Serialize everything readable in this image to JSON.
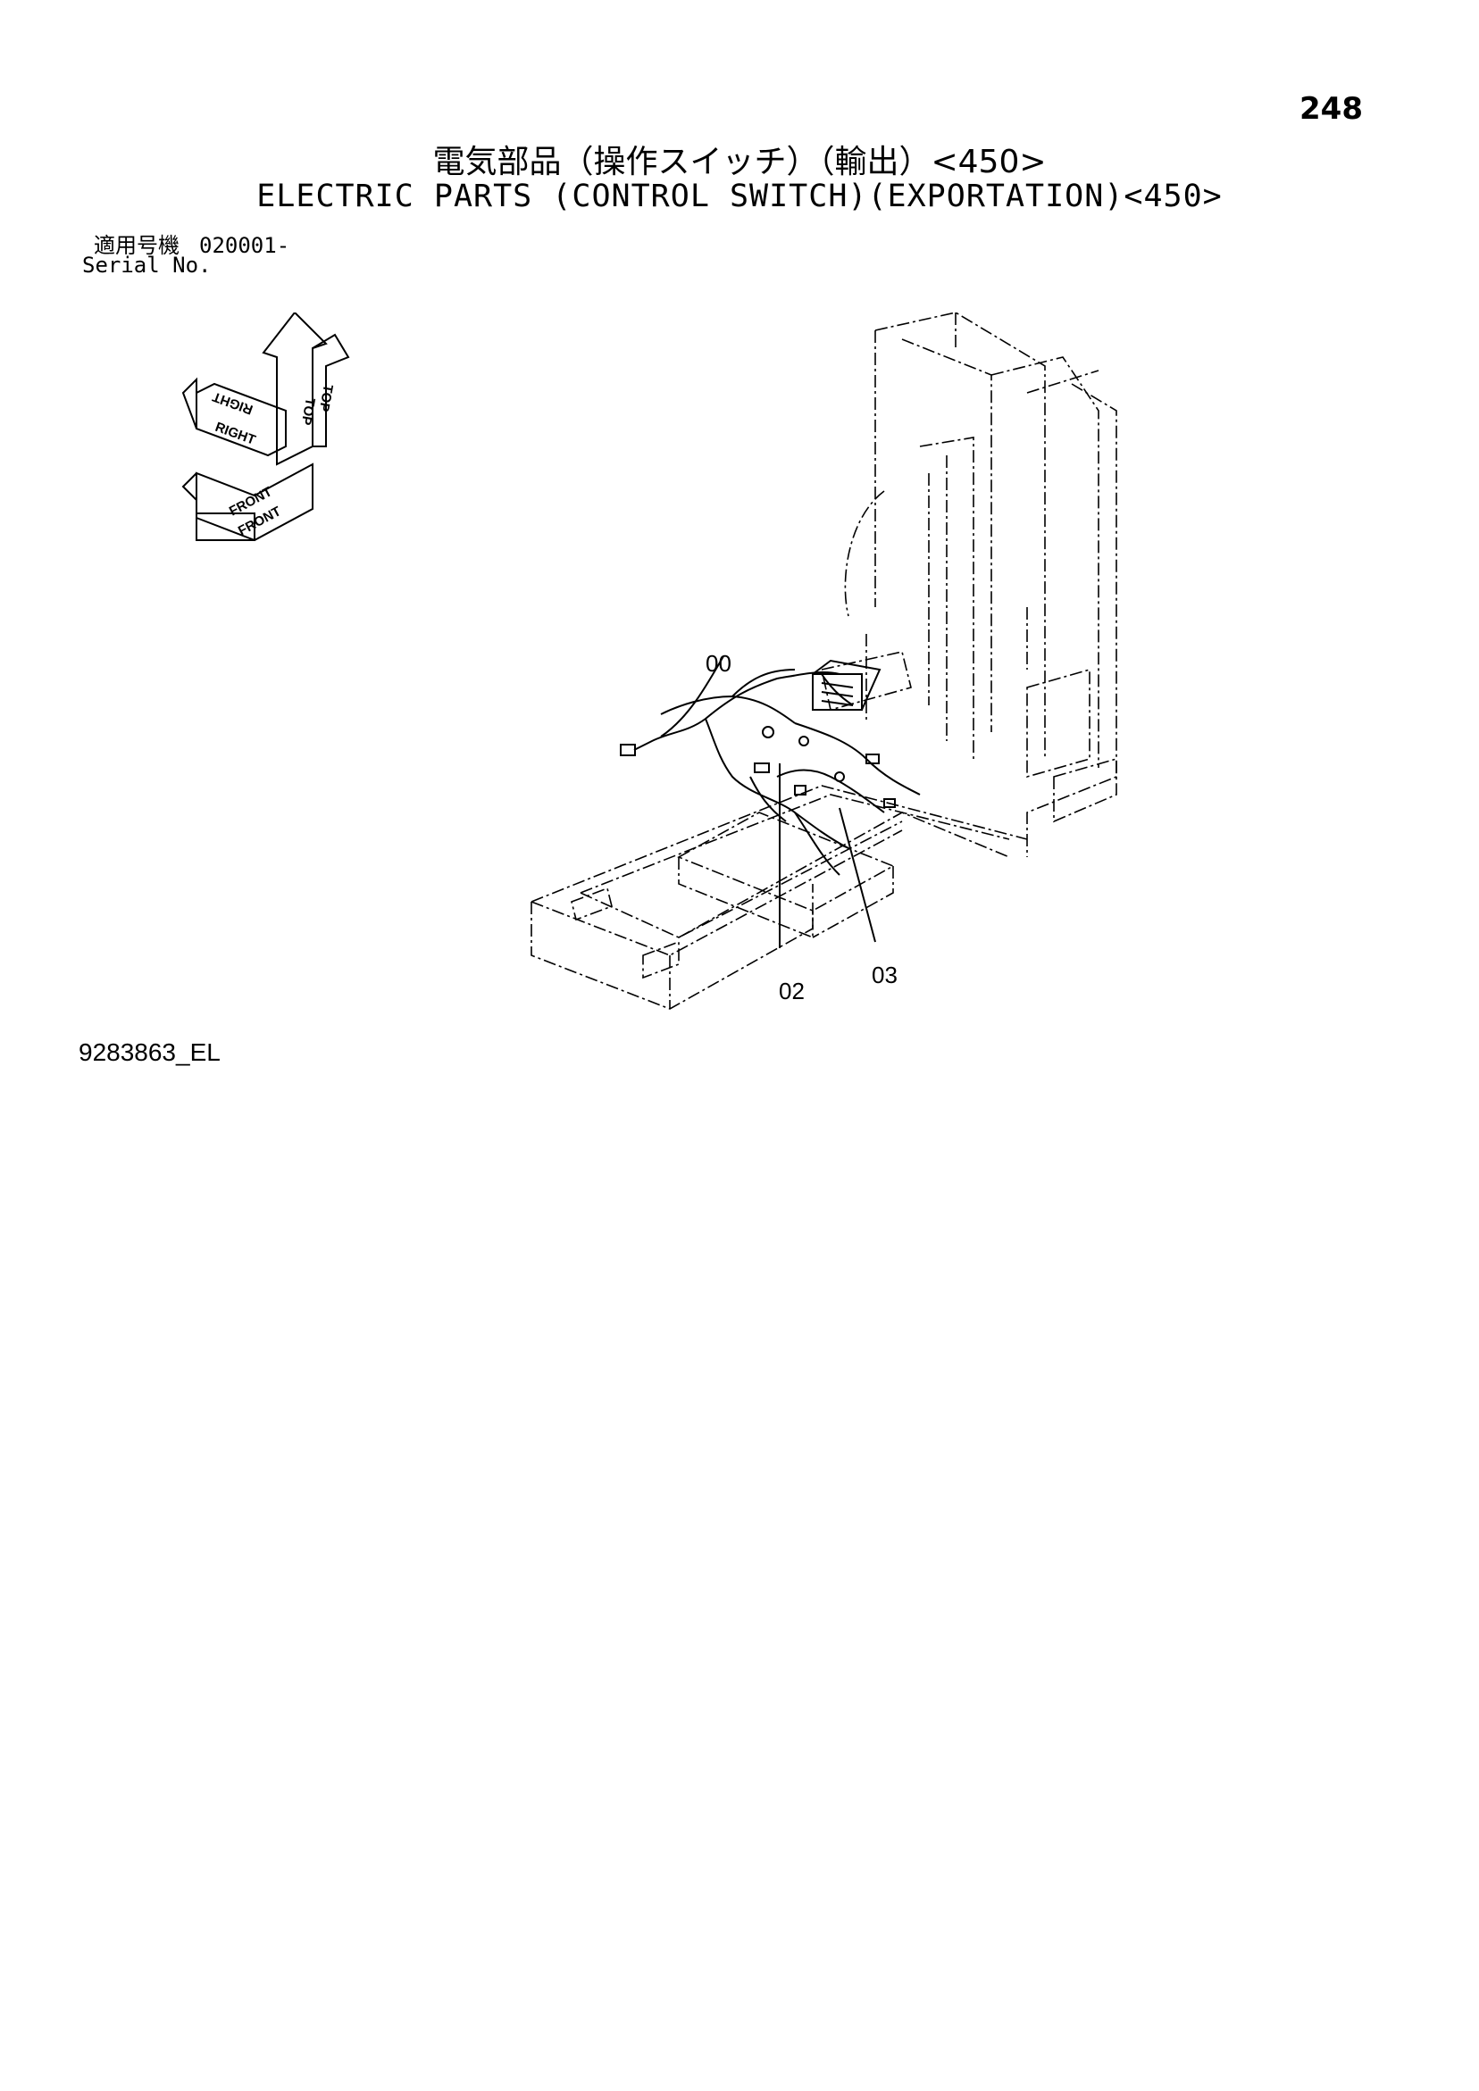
{
  "page_number": "248",
  "title_jp": "電気部品（操作スイッチ）（輸出）<450>",
  "title_en": "ELECTRIC PARTS (CONTROL SWITCH)(EXPORTATION)<450>",
  "serial": {
    "label_jp": "適用号機",
    "value": "020001-",
    "label_en": "Serial No."
  },
  "orientation": {
    "top": "TOP",
    "right": "RIGHT",
    "front": "FRONT"
  },
  "callouts": {
    "c00": "00",
    "c02": "02",
    "c03": "03"
  },
  "drawing_number": "9283863_EL"
}
